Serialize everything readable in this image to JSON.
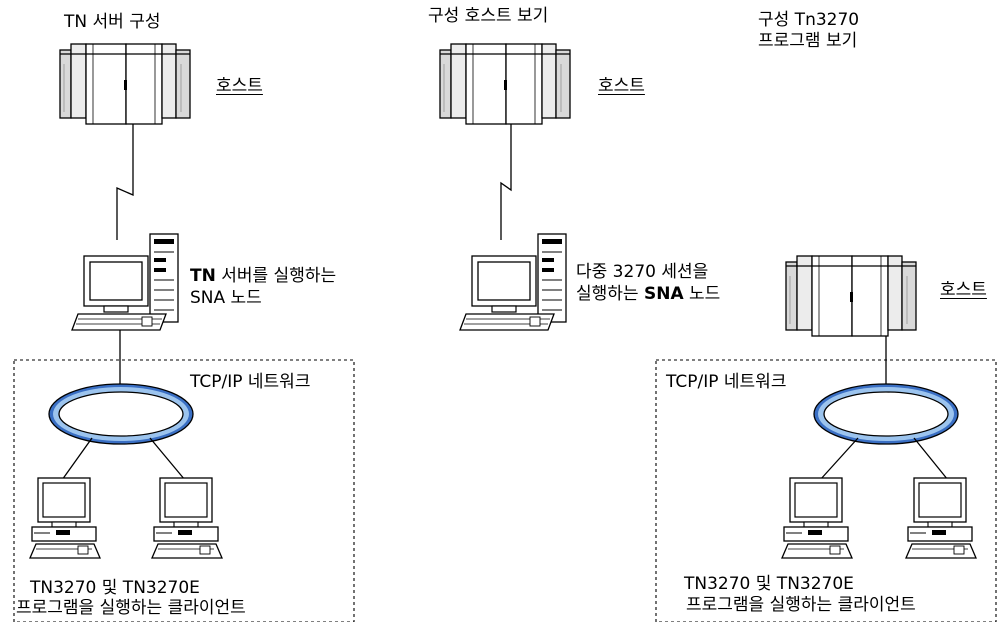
{
  "left": {
    "title": "TN 서버 구성",
    "host_label": "호스트",
    "node_label_bold": "TN",
    "node_label_line1_rest": " 서버를 실행하는",
    "node_label_line2": "SNA 노드",
    "network_label": "TCP/IP 네트워크",
    "clients_label_line1": "TN3270 및 TN3270E",
    "clients_label_line2": "프로그램을 실행하는 클라이언트"
  },
  "middle": {
    "title": "구성 호스트 보기",
    "host_label": "호스트",
    "node_label_line1": "다중 3270 세션을",
    "node_label_line2_pre": "실행하는 ",
    "node_label_line2_bold": "SNA",
    "node_label_line2_post": " 노드"
  },
  "right": {
    "title_line1": "구성 Tn3270",
    "title_line2": "프로그램 보기",
    "host_label": "호스트",
    "network_label": "TCP/IP 네트워크",
    "clients_label_line1": "TN3270 및 TN3270E",
    "clients_label_line2": "프로그램을 실행하는 클라이언트"
  }
}
